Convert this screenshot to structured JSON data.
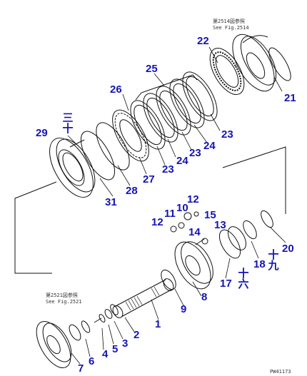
{
  "references": {
    "top": {
      "line1": "第2514図参照",
      "line2": "See Fig.2514"
    },
    "bottom": {
      "line1": "第2521図参照",
      "line2": "See Fig.2521"
    }
  },
  "drawing_code": "PW41173",
  "callouts": {
    "c1": "1",
    "c2": "2",
    "c3": "3",
    "c4": "4",
    "c5": "5",
    "c6": "6",
    "c7": "7",
    "c8": "8",
    "c9": "9",
    "c10": "10",
    "c11": "11",
    "c12a": "12",
    "c12b": "12",
    "c13": "13",
    "c14": "14",
    "c15": "15",
    "c17": "17",
    "c18": "18",
    "c20": "20",
    "c21": "21",
    "c22": "22",
    "c23a": "23",
    "c23b": "23",
    "c23c": "23",
    "c24a": "24",
    "c24b": "24",
    "c25": "25",
    "c26": "26",
    "c27": "27",
    "c28": "28",
    "c29": "29",
    "c31": "31"
  },
  "kanji_labels": {
    "k30": {
      "top": "三",
      "bottom": "十"
    },
    "k16": {
      "top": "十",
      "bottom": "六"
    },
    "k19": {
      "top": "十",
      "bottom": "九"
    }
  },
  "colors": {
    "callout": "#1414b4",
    "line": "#111111"
  }
}
